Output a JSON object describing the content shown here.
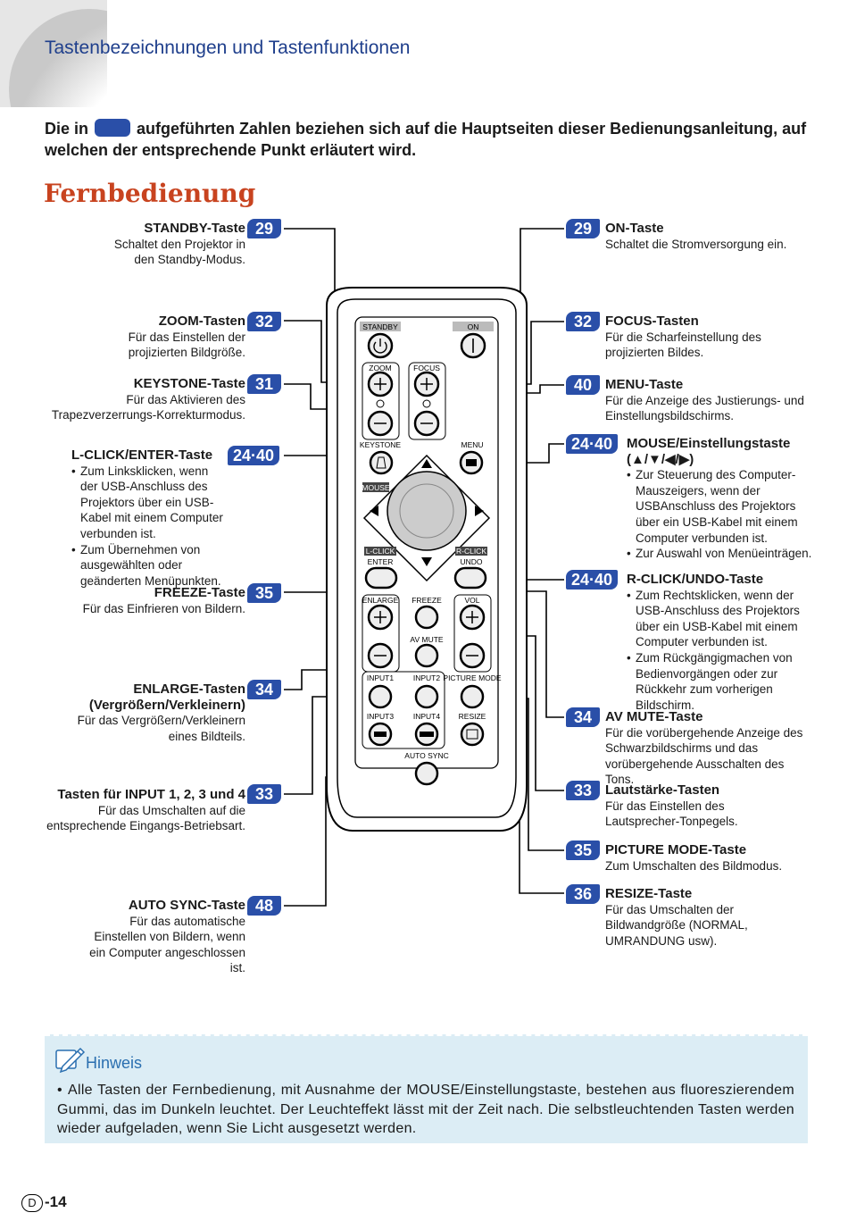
{
  "page": {
    "title": "Tastenbezeichnungen und Tastenfunktionen",
    "intro_before": "Die in",
    "intro_after": "aufgeführten Zahlen beziehen sich auf die Hauptseiten dieser Bedienungsanleitung, auf welchen der entsprechende Punkt erläutert wird.",
    "section_title": "Fernbedienung",
    "page_number": "-14",
    "page_letter": "D"
  },
  "left_labels": [
    {
      "title": "STANDBY-Taste",
      "badge": "29",
      "desc": "Schaltet den Projektor in den Standby-Modus."
    },
    {
      "title": "ZOOM-Tasten",
      "badge": "32",
      "desc": "Für das Einstellen der projizierten Bildgröße."
    },
    {
      "title": "KEYSTONE-Taste",
      "badge": "31",
      "desc": "Für das Aktivieren des Trapezverzerrungs-Korrekturmodus."
    },
    {
      "title": "L-CLICK/ENTER-Taste",
      "badge": "24·40",
      "bullets": [
        "Zum Linksklicken, wenn der USB-Anschluss des Projektors über ein USB-Kabel mit einem Computer verbunden ist.",
        "Zum Übernehmen von ausgewählten oder geänderten Menüpunkten."
      ]
    },
    {
      "title": "FREEZE-Taste",
      "badge": "35",
      "desc": "Für das Einfrieren von Bildern."
    },
    {
      "title": "ENLARGE-Tasten",
      "title2": "(Vergrößern/Verkleinern)",
      "badge": "34",
      "desc": "Für das Vergrößern/Verkleinern eines Bildteils."
    },
    {
      "title": "Tasten für INPUT 1, 2, 3 und 4",
      "badge": "33",
      "desc": "Für das Umschalten auf die entsprechende Eingangs-Betriebsart."
    },
    {
      "title": "AUTO SYNC-Taste",
      "badge": "48",
      "desc": "Für das automatische Einstellen von Bildern, wenn ein Computer angeschlossen ist."
    }
  ],
  "right_labels": [
    {
      "title": "ON-Taste",
      "badge": "29",
      "desc": "Schaltet die Stromversorgung ein."
    },
    {
      "title": "FOCUS-Tasten",
      "badge": "32",
      "desc": "Für die Scharfeinstellung des projizierten Bildes."
    },
    {
      "title": "MENU-Taste",
      "badge": "40",
      "desc": "Für die Anzeige des Justierungs- und Einstellungsbildschirms."
    },
    {
      "title": "MOUSE/Einstellungstaste",
      "title2": "(▲/▼/◀/▶)",
      "badge": "24·40",
      "bullets": [
        "Zur Steuerung des Computer-Mauszeigers, wenn der USBAnschluss des Projektors über ein USB-Kabel mit einem Computer verbunden ist.",
        "Zur Auswahl von Menüeinträgen."
      ]
    },
    {
      "title": "R-CLICK/UNDO-Taste",
      "badge": "24·40",
      "bullets": [
        "Zum Rechtsklicken, wenn der USB-Anschluss des Projektors über ein USB-Kabel mit einem Computer verbunden ist.",
        "Zum Rückgängigmachen von Bedienvorgängen oder zur Rückkehr zum vorherigen Bildschirm."
      ]
    },
    {
      "title": "AV MUTE-Taste",
      "badge": "34",
      "desc": "Für die vorübergehende Anzeige des Schwarzbildschirms und das vorübergehende Ausschalten des Tons."
    },
    {
      "title": "Lautstärke-Tasten",
      "badge": "33",
      "desc": "Für das Einstellen des Lautsprecher-Tonpegels."
    },
    {
      "title": "PICTURE MODE-Taste",
      "badge": "35",
      "desc": "Zum Umschalten des Bildmodus."
    },
    {
      "title": "RESIZE-Taste",
      "badge": "36",
      "desc": "Für das Umschalten der Bildwandgröße (NORMAL, UMRANDUNG usw)."
    }
  ],
  "remote": {
    "standby": "STANDBY",
    "on": "ON",
    "zoom": "ZOOM",
    "focus": "FOCUS",
    "keystone": "KEYSTONE",
    "menu": "MENU",
    "mouse": "MOUSE",
    "lclick": "L-CLICK",
    "enter": "ENTER",
    "rclick": "R-CLICK",
    "undo": "UNDO",
    "enlarge": "ENLARGE",
    "freeze": "FREEZE",
    "vol": "VOL",
    "avmute": "AV MUTE",
    "input1": "INPUT1",
    "input2": "INPUT2",
    "picture_mode": "PICTURE MODE",
    "input3": "INPUT3",
    "input4": "INPUT4",
    "resize": "RESIZE",
    "auto_sync": "AUTO SYNC"
  },
  "hint": {
    "title": "Hinweis",
    "text": "Alle Tasten der Fernbedienung, mit Ausnahme der MOUSE/Einstellungstaste, bestehen aus fluoreszierendem Gummi, das im Dunkeln leuchtet. Der Leuchteffekt lässt mit der Zeit nach. Die selbstleuchtenden Tasten werden wieder aufgeladen, wenn Sie Licht ausgesetzt werden."
  }
}
